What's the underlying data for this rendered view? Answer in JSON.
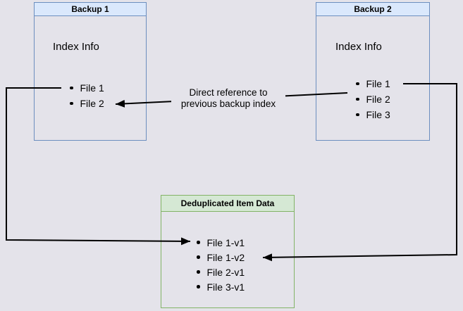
{
  "diagram": {
    "backup1": {
      "title": "Backup 1",
      "section_label": "Index Info",
      "files": [
        "File 1",
        "File 2"
      ]
    },
    "backup2": {
      "title": "Backup 2",
      "section_label": "Index Info",
      "files": [
        "File 1",
        "File 2",
        "File 3"
      ]
    },
    "dedup": {
      "title": "Deduplicated Item Data",
      "files": [
        "File 1-v1",
        "File 1-v2",
        "File 2-v1",
        "File 3-v1"
      ]
    },
    "annotation": {
      "line1": "Direct reference to",
      "line2": "previous backup index"
    },
    "colors": {
      "background": "#e4e3ea",
      "blue_fill": "#dae8fc",
      "blue_border": "#6c8ebf",
      "green_fill": "#d5e8d4",
      "green_border": "#82b366",
      "arrow": "#000000",
      "text": "#000000"
    }
  }
}
